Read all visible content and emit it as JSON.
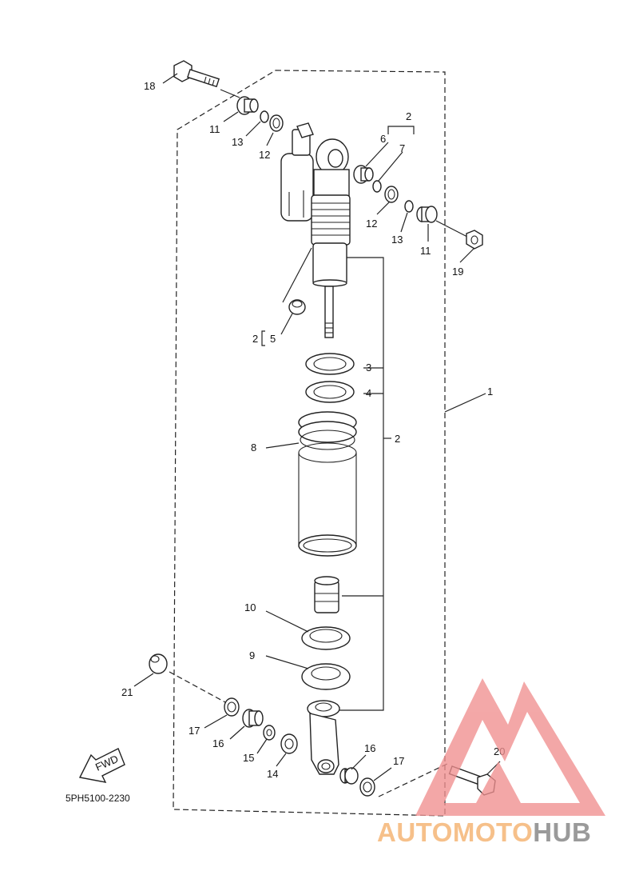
{
  "labels": {
    "p18": "18",
    "p11a": "11",
    "p13a": "13",
    "p12a": "12",
    "p2top": "2",
    "p6": "6",
    "p7": "7",
    "p12b": "12",
    "p13b": "13",
    "p11b": "11",
    "p19": "19",
    "p2a": "2",
    "p5": "5",
    "p3": "3",
    "p4": "4",
    "p1": "1",
    "p2b": "2",
    "p8": "8",
    "p10": "10",
    "p9": "9",
    "p21": "21",
    "p17a": "17",
    "p16a": "16",
    "p15": "15",
    "p14": "14",
    "p16b": "16",
    "p17b": "17",
    "p20": "20"
  },
  "fwd_text": "FWD",
  "diagram_code": "5PH5100-2230",
  "watermark": {
    "part1": "AUTOMOTO",
    "part2": "HUB",
    "color_part1": "#f6c08a",
    "color_part2": "#9a9a9a",
    "logo_color": "#f08f8f"
  }
}
